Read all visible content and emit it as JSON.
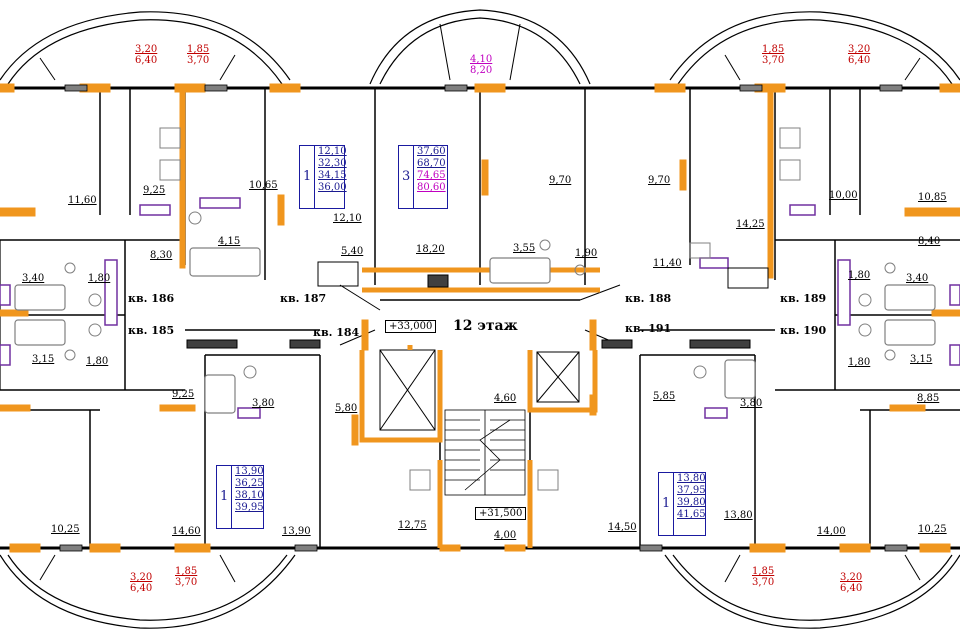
{
  "floor_label": "12 этаж",
  "elevation_marks": [
    "+33,000",
    "+31,500"
  ],
  "apartments": [
    {
      "id": "kv186",
      "label": "кв. 186"
    },
    {
      "id": "kv187",
      "label": "кв. 187"
    },
    {
      "id": "kv188",
      "label": "кв. 188"
    },
    {
      "id": "kv189",
      "label": "кв. 189"
    },
    {
      "id": "kv185",
      "label": "кв. 185"
    },
    {
      "id": "kv184",
      "label": "кв. 184"
    },
    {
      "id": "kv191",
      "label": "кв. 191"
    },
    {
      "id": "kv190",
      "label": "кв. 190"
    }
  ],
  "room_areas": [
    "11,60",
    "9,25",
    "10,65",
    "4,15",
    "12,10",
    "8,30",
    "5,40",
    "18,20",
    "3,55",
    "1,90",
    "9,70",
    "9,70",
    "11,40",
    "14,25",
    "10,00",
    "10,85",
    "8,40",
    "3,40",
    "1,80",
    "3,15",
    "1,80",
    "3,40",
    "1,80",
    "3,15",
    "1,80",
    "9,25",
    "3,80",
    "5,80",
    "4,60",
    "5,85",
    "3,80",
    "8,85",
    "10,25",
    "14,60",
    "13,90",
    "12,75",
    "4,00",
    "14,50",
    "13,80",
    "14,00",
    "10,25"
  ],
  "balcony_areas": [
    {
      "area": "3,20",
      "total": "6,40",
      "color": "red"
    },
    {
      "area": "1,85",
      "total": "3,70",
      "color": "red"
    },
    {
      "area": "4,10",
      "total": "8,20",
      "color": "pink"
    },
    {
      "area": "1,85",
      "total": "3,70",
      "color": "red"
    },
    {
      "area": "3,20",
      "total": "6,40",
      "color": "red"
    },
    {
      "area": "3,20",
      "total": "6,40",
      "color": "red"
    },
    {
      "area": "1,85",
      "total": "3,70",
      "color": "red"
    },
    {
      "area": "1,85",
      "total": "3,70",
      "color": "red"
    },
    {
      "area": "3,20",
      "total": "6,40",
      "color": "red"
    }
  ],
  "summary_boxes": [
    {
      "rooms": "1",
      "values": [
        "12,10",
        "32,30",
        "34,15",
        "36,00"
      ]
    },
    {
      "rooms": "3",
      "values": [
        "37,60",
        "68,70",
        "74,65",
        "80,60"
      ]
    },
    {
      "rooms": "1",
      "values": [
        "13,90",
        "36,25",
        "38,10",
        "39,95"
      ]
    },
    {
      "rooms": "1",
      "values": [
        "13,80",
        "37,95",
        "39,80",
        "41,65"
      ]
    }
  ],
  "colors": {
    "wall": "#000000",
    "window": "#f0961e",
    "plumbing": "#7030a0",
    "bath": "#808080",
    "dim_red": "#c00000",
    "dim_pink": "#c000c0",
    "box_blue": "#1a1aa0"
  }
}
